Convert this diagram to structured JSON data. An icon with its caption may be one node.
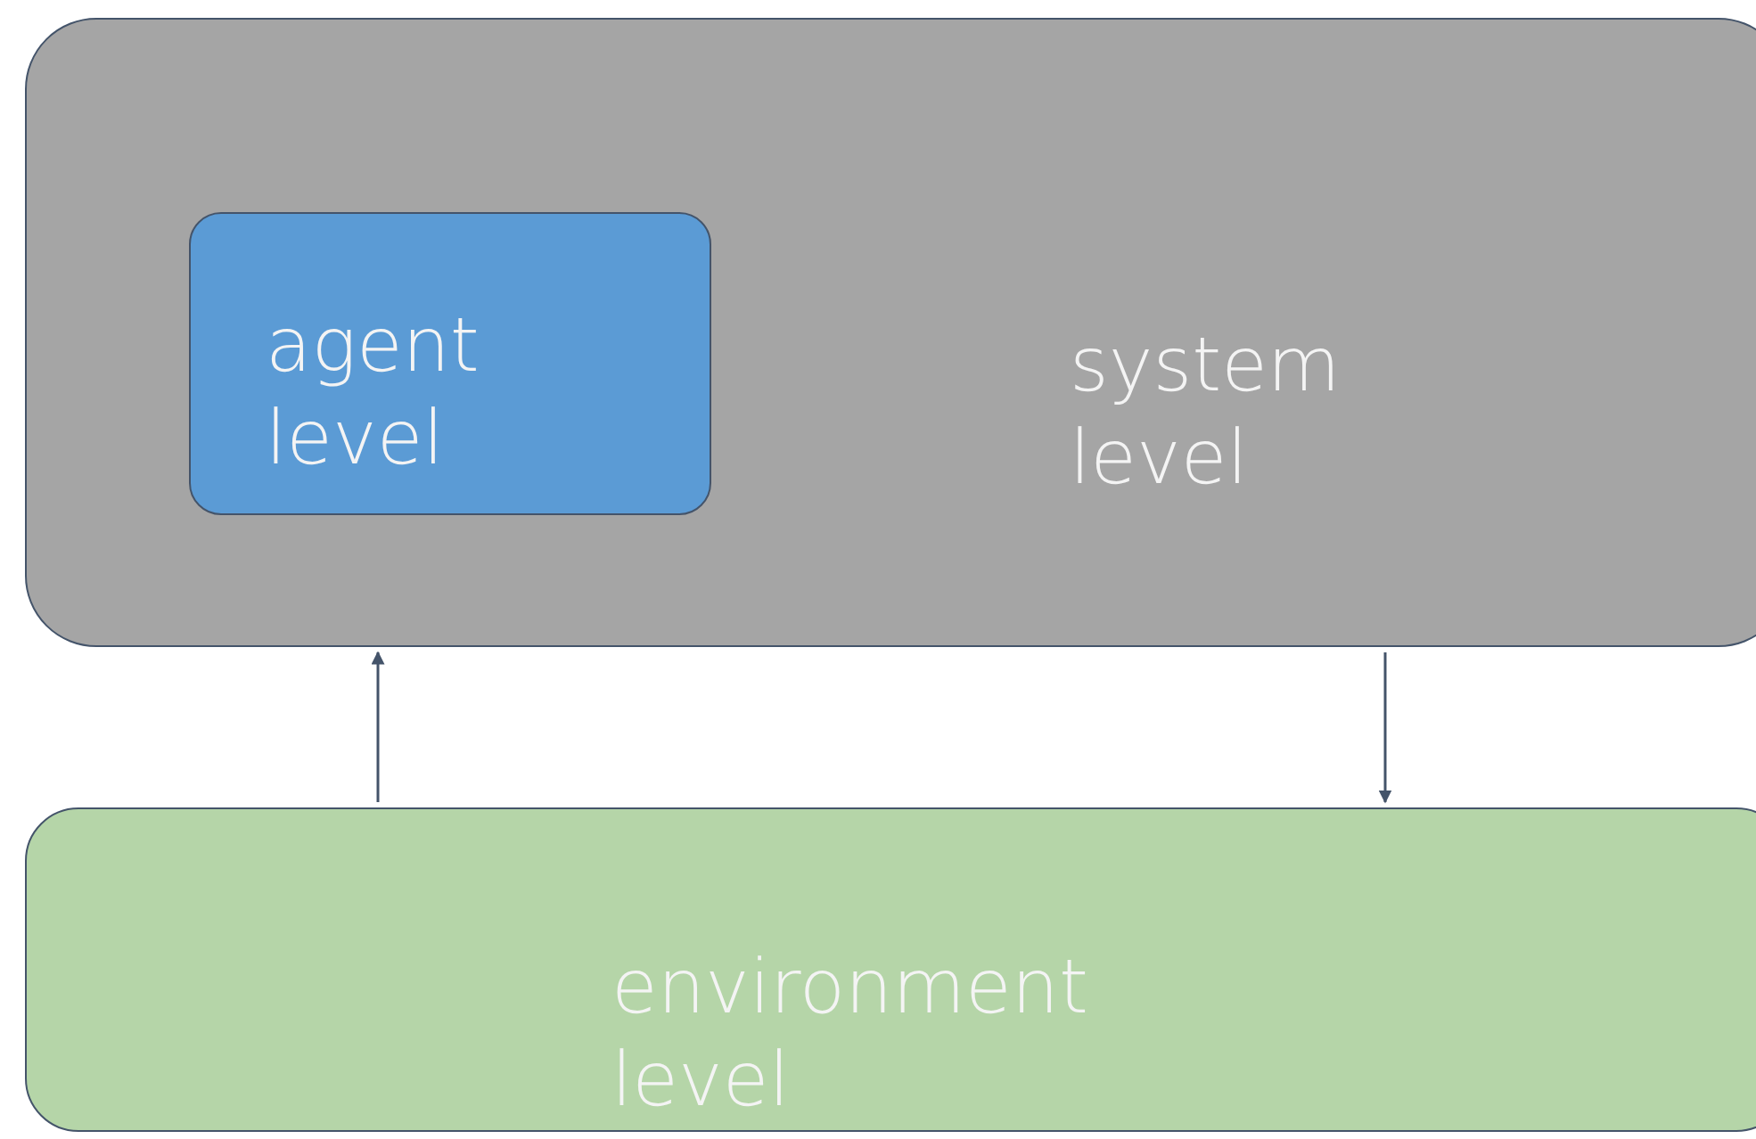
{
  "diagram": {
    "nodes": [
      {
        "text": [
          "system level"
        ]
      },
      {
        "text": [
          "agent level"
        ],
        "in": 0
      },
      {
        "text": [
          "environment level"
        ]
      }
    ],
    "edges": [
      {
        "from": 2,
        "to": 0,
        "arrow": "to"
      },
      {
        "from": 0,
        "to": 2,
        "arrow": "to"
      }
    ]
  }
}
